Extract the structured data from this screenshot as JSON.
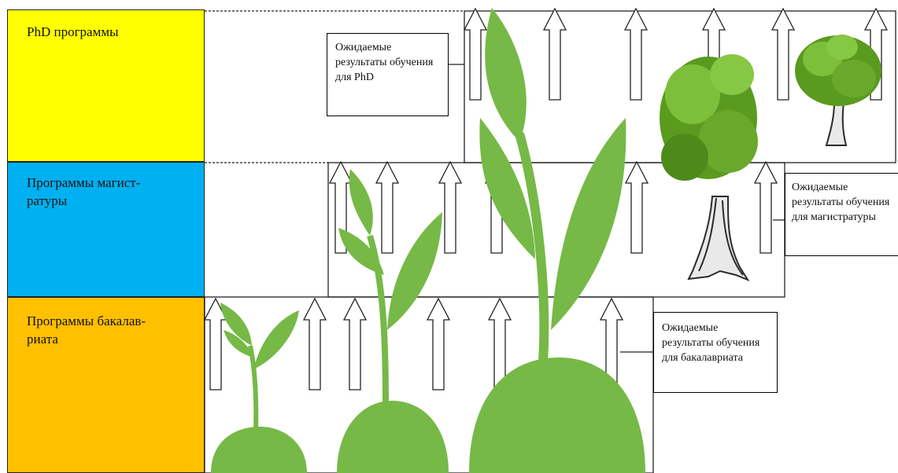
{
  "levels": {
    "phd": {
      "label": "PhD программы",
      "color": "#ffff00"
    },
    "masters": {
      "label": "Программы магист-ратуры",
      "color": "#00b0f0"
    },
    "bachelors": {
      "label": "Программы бакалав-риата",
      "color": "#ffc000"
    }
  },
  "callouts": {
    "phd": "Ожидаемые результаты обучения для PhD",
    "masters": "Ожидаемые результаты обучения для магистратуры",
    "bachelors": "Ожидаемые результаты обучения для бакалавриата"
  },
  "colors": {
    "plant": "#76b947",
    "tree_leaf": "#5a9a1e",
    "trunk": "#2b2b2b",
    "arrow": "#ffffff"
  }
}
